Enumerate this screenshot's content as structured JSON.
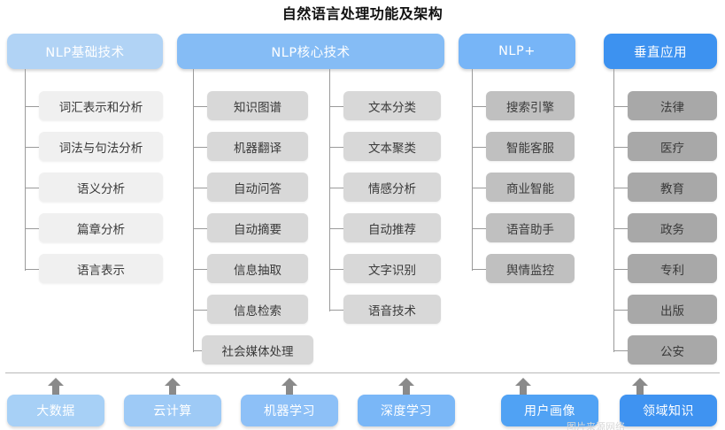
{
  "title": "自然语言处理功能及架构",
  "columns": [
    {
      "id": "nlp-basic",
      "header": "NLP基础技术",
      "header_color": "#b1d3f5",
      "item_color": "#f0f0f0",
      "items": [
        "词汇表示和分析",
        "词法与句法分析",
        "语义分析",
        "篇章分析",
        "语言表示"
      ]
    },
    {
      "id": "nlp-core",
      "header": "NLP核心技术",
      "header_color": "#85bcf5",
      "item_color": "#d8d8d8",
      "items_left": [
        "知识图谱",
        "机器翻译",
        "自动问答",
        "自动摘要",
        "信息抽取",
        "信息检索",
        "社会媒体处理"
      ],
      "items_right": [
        "文本分类",
        "文本聚类",
        "情感分析",
        "自动推荐",
        "文字识别",
        "语音技术"
      ]
    },
    {
      "id": "nlp-plus",
      "header": "NLP+",
      "header_color": "#77b5f7",
      "item_color": "#c0c0c0",
      "items": [
        "搜索引擎",
        "智能客服",
        "商业智能",
        "语音助手",
        "舆情监控"
      ]
    },
    {
      "id": "vertical-apps",
      "header": "垂直应用",
      "header_color": "#3d92f0",
      "item_color": "#a8a8a8",
      "items": [
        "法律",
        "医疗",
        "教育",
        "政务",
        "专利",
        "出版",
        "公安"
      ]
    }
  ],
  "foundation": {
    "arrow_color": "#8a8a8a",
    "items": [
      {
        "label": "大数据",
        "color": "#a7d0f6"
      },
      {
        "label": "云计算",
        "color": "#9ecaf6"
      },
      {
        "label": "机器学习",
        "color": "#8dc0f7"
      },
      {
        "label": "深度学习",
        "color": "#7ab7f7"
      },
      {
        "label": "用户画像",
        "color": "#50a2f4"
      },
      {
        "label": "领域知识",
        "color": "#3f93f1"
      }
    ]
  },
  "watermark": "图片来源网络"
}
